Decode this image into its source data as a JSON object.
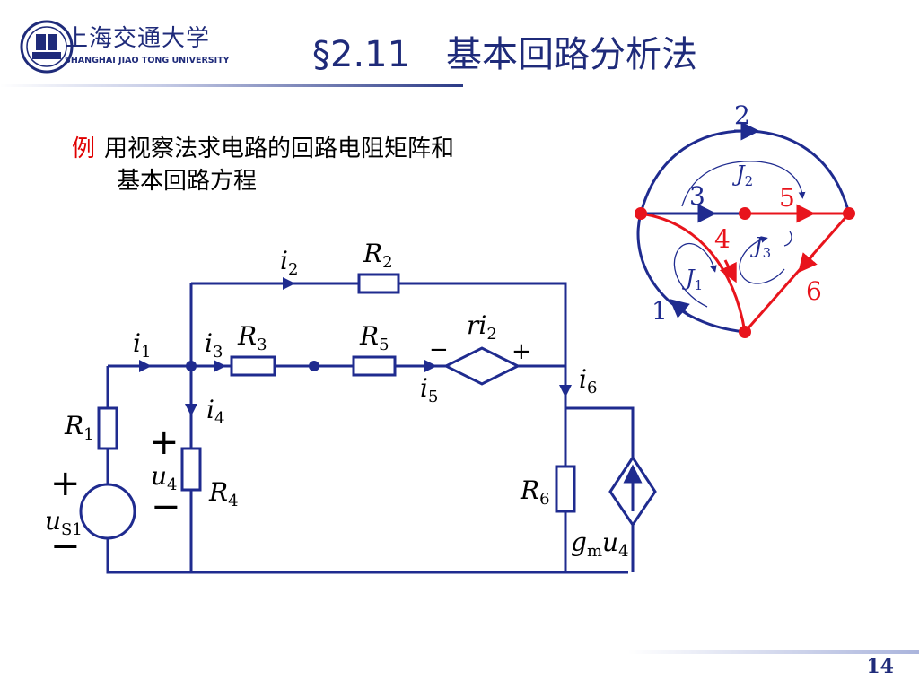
{
  "header": {
    "title": "§2.11　基本回路分析法",
    "logo_cn": "上海交通大学",
    "logo_en": "SHANGHAI  JIAO TONG  UNIVERSITY"
  },
  "example": {
    "tag": "例",
    "line1": "用视察法求电路的回路电阻矩阵和",
    "line2": "基本回路方程"
  },
  "circuit": {
    "labels": {
      "i1": "i",
      "i1s": "1",
      "i2": "i",
      "i2s": "2",
      "i3": "i",
      "i3s": "3",
      "i4": "i",
      "i4s": "4",
      "i5": "i",
      "i5s": "5",
      "i6": "i",
      "i6s": "6",
      "R1": "R",
      "R1s": "1",
      "R2": "R",
      "R2s": "2",
      "R3": "R",
      "R3s": "3",
      "R4": "R",
      "R4s": "4",
      "R5": "R",
      "R5s": "5",
      "R6": "R",
      "R6s": "6",
      "u4": "u",
      "u4s": "4",
      "us1": "u",
      "us1s": "S1",
      "ri2": "ri",
      "ri2s": "2",
      "gm": "g",
      "gms": "m",
      "gmu": "u",
      "gmus": "4",
      "plus": "+",
      "minus": "−"
    }
  },
  "graph": {
    "branches": [
      "1",
      "2",
      "3",
      "4",
      "5",
      "6"
    ],
    "loops": [
      {
        "name": "J",
        "sub": "1"
      },
      {
        "name": "J",
        "sub": "2"
      },
      {
        "name": "J",
        "sub": "3"
      }
    ]
  },
  "footer": {
    "page": "14"
  },
  "colors": {
    "blue": "#1f2b8f",
    "red": "#e8141c",
    "navy": "#1f2b7a"
  }
}
